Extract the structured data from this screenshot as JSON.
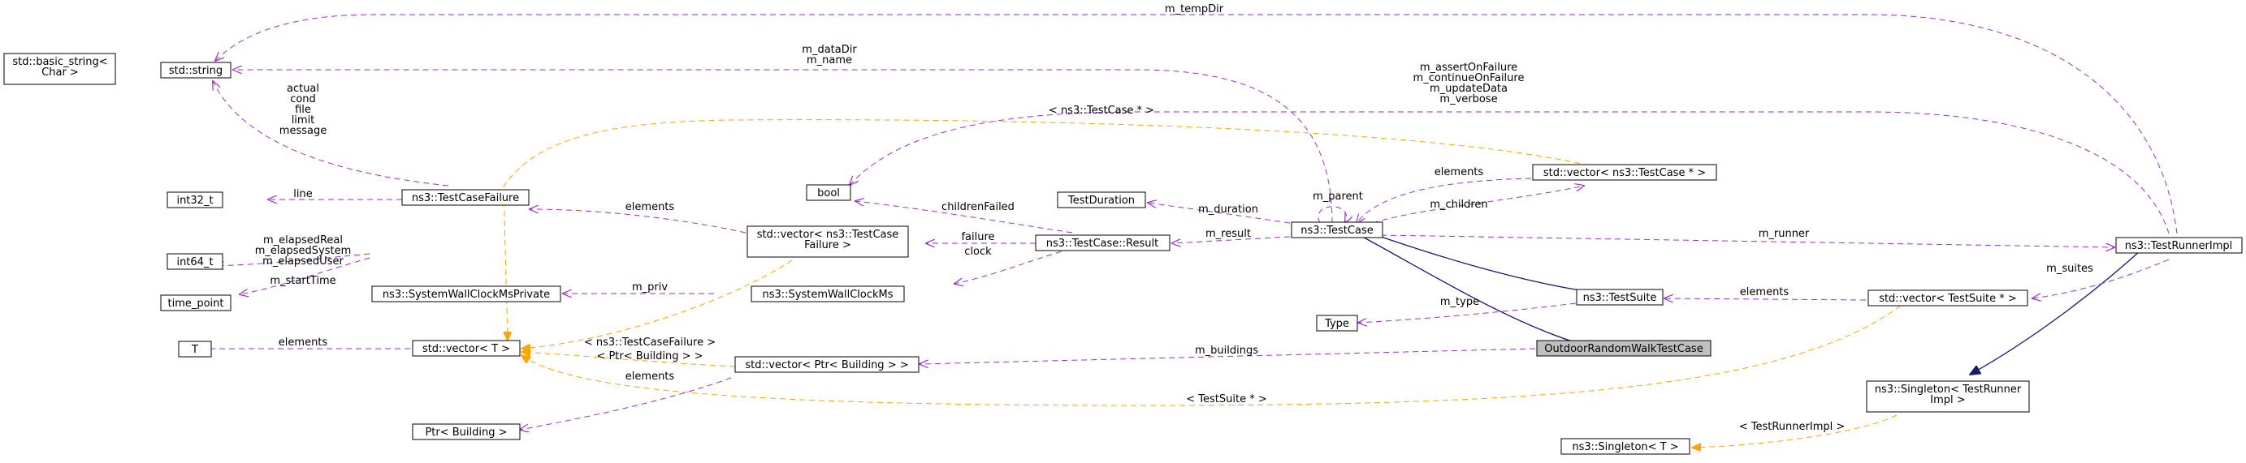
{
  "colors": {
    "usage_edge": "#9a32cd",
    "template_edge": "#ffa500",
    "inheritance_edge": "#191970",
    "highlight_fill": "#bfbfbf"
  },
  "nodes": {
    "basic_string": [
      "std::basic_string<",
      "Char >"
    ],
    "std_string": [
      "std::string"
    ],
    "int32": [
      "int32_t"
    ],
    "int64": [
      "int64_t"
    ],
    "time_point": [
      "time_point"
    ],
    "T": [
      "T"
    ],
    "test_case_failure": [
      "ns3::TestCaseFailure"
    ],
    "wall_clock_private": [
      "ns3::SystemWallClockMsPrivate"
    ],
    "vector_t": [
      "std::vector< T >"
    ],
    "ptr_building": [
      "Ptr< Building >"
    ],
    "bool": [
      "bool"
    ],
    "vec_failure": [
      "std::vector< ns3::TestCase",
      "Failure >"
    ],
    "wall_clock": [
      "ns3::SystemWallClockMs"
    ],
    "vec_ptr_building": [
      "std::vector< Ptr< Building > >"
    ],
    "test_duration": [
      "TestDuration"
    ],
    "result": [
      "ns3::TestCase::Result"
    ],
    "type": [
      "Type"
    ],
    "test_case": [
      "ns3::TestCase"
    ],
    "vec_test_case": [
      "std::vector< ns3::TestCase * >"
    ],
    "test_suite": [
      "ns3::TestSuite"
    ],
    "outdoor": [
      "OutdoorRandomWalkTestCase"
    ],
    "vec_test_suite": [
      "std::vector< TestSuite * >"
    ],
    "singleton_runner": [
      "ns3::Singleton< TestRunner",
      "Impl >"
    ],
    "singleton_t": [
      "ns3::Singleton< T >"
    ],
    "runner_impl": [
      "ns3::TestRunnerImpl"
    ]
  },
  "edge_labels": {
    "m_tempDir": [
      "m_tempDir"
    ],
    "data_name": [
      "m_dataDir",
      "m_name"
    ],
    "failure_fields": [
      "actual",
      "cond",
      "file",
      "limit",
      "message"
    ],
    "runner_flags": [
      "m_assertOnFailure",
      "m_continueOnFailure",
      "m_updateData",
      "m_verbose"
    ],
    "tc_ptr": [
      "< ns3::TestCase * >"
    ],
    "line": [
      "line"
    ],
    "elements_failure": [
      "elements"
    ],
    "elapsed": [
      "m_elapsedReal",
      "m_elapsedSystem",
      "m_elapsedUser"
    ],
    "startTime": [
      "m_startTime"
    ],
    "m_priv": [
      "m_priv"
    ],
    "tcf_tmpl": [
      "< ns3::TestCaseFailure >"
    ],
    "elements_T": [
      "elements"
    ],
    "ptr_building_tmpl": [
      "< Ptr< Building > >"
    ],
    "elements_building": [
      "elements"
    ],
    "m_buildings": [
      "m_buildings"
    ],
    "suite_tmpl": [
      "< TestSuite * >"
    ],
    "childrenFailed": [
      "childrenFailed"
    ],
    "failure": [
      "failure"
    ],
    "clock": [
      "clock"
    ],
    "m_duration": [
      "m_duration"
    ],
    "m_result": [
      "m_result"
    ],
    "m_parent": [
      "m_parent"
    ],
    "elements_tc": [
      "elements"
    ],
    "m_children": [
      "m_children"
    ],
    "m_runner": [
      "m_runner"
    ],
    "m_type": [
      "m_type"
    ],
    "elements_suite": [
      "elements"
    ],
    "m_suites": [
      "m_suites"
    ],
    "runner_tmpl": [
      "< TestRunnerImpl >"
    ]
  }
}
